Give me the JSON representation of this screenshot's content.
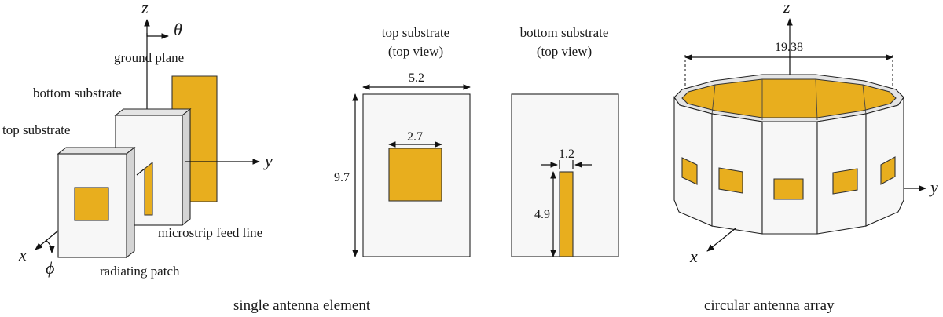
{
  "colors": {
    "copper": "#E8AE1E",
    "substrate": "#F7F7F7",
    "substrate_side": "#D4D4D4",
    "outline": "#222222"
  },
  "single_element": {
    "caption": "single antenna element",
    "axes": {
      "z": "z",
      "y": "y",
      "x": "x",
      "theta": "θ",
      "phi": "ϕ"
    },
    "labels": {
      "ground_plane": "ground plane",
      "bottom_substrate": "bottom substrate",
      "top_substrate": "top substrate",
      "microstrip_feed_line": "microstrip feed line",
      "radiating_patch": "radiating patch"
    }
  },
  "top_view": {
    "title_line1": "top substrate",
    "title_line2": "(top view)",
    "width": "5.2",
    "height": "9.7",
    "patch_size": "2.7"
  },
  "bottom_view": {
    "title_line1": "bottom substrate",
    "title_line2": "(top view)",
    "feed_width": "1.2",
    "feed_length": "4.9"
  },
  "array": {
    "caption": "circular antenna array",
    "diameter": "19.38",
    "axes": {
      "z": "z",
      "y": "y",
      "x": "x"
    }
  }
}
